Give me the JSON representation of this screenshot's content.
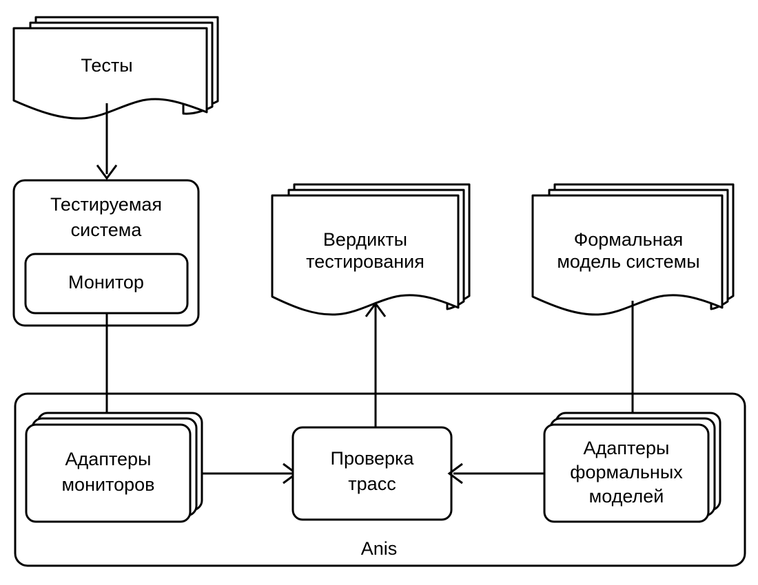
{
  "diagram": {
    "title_visible": false,
    "background_color": "#ffffff",
    "stroke_color": "#000000",
    "nodes": {
      "tests_doc": {
        "label": "Тесты",
        "shape": "document-stack",
        "sheets": 3
      },
      "system_under_test": {
        "label_line1": "Тестируемая",
        "label_line2": "система",
        "shape": "rounded-rect"
      },
      "monitor": {
        "label": "Монитор",
        "shape": "rounded-rect"
      },
      "verdicts_doc": {
        "label_line1": "Вердикты",
        "label_line2": "тестирования",
        "shape": "document-stack",
        "sheets": 3
      },
      "formal_model_doc": {
        "label_line1": "Формальная",
        "label_line2": "модель системы",
        "shape": "document-stack",
        "sheets": 3
      },
      "monitor_adapters": {
        "label_line1": "Адаптеры",
        "label_line2": "мониторов",
        "shape": "rounded-rect-stack",
        "sheets": 3
      },
      "trace_check": {
        "label_line1": "Проверка",
        "label_line2": "трасс",
        "shape": "rounded-rect"
      },
      "formal_model_adapters": {
        "label_line1": "Адаптеры",
        "label_line2": "формальных",
        "label_line3": "моделей",
        "shape": "rounded-rect-stack",
        "sheets": 3
      }
    },
    "container": {
      "label": "Anis",
      "shape": "rounded-rect"
    },
    "edges": [
      {
        "from": "tests_doc",
        "to": "system_under_test",
        "direction": "down",
        "arrow": true
      },
      {
        "from": "monitor",
        "to": "monitor_adapters",
        "direction": "down",
        "arrow": true
      },
      {
        "from": "monitor_adapters",
        "to": "trace_check",
        "direction": "right",
        "arrow": true
      },
      {
        "from": "formal_model_adapters",
        "to": "trace_check",
        "direction": "left",
        "arrow": true
      },
      {
        "from": "formal_model_doc",
        "to": "formal_model_adapters",
        "direction": "down",
        "arrow": true
      },
      {
        "from": "trace_check",
        "to": "verdicts_doc",
        "direction": "up",
        "arrow": true
      }
    ]
  }
}
